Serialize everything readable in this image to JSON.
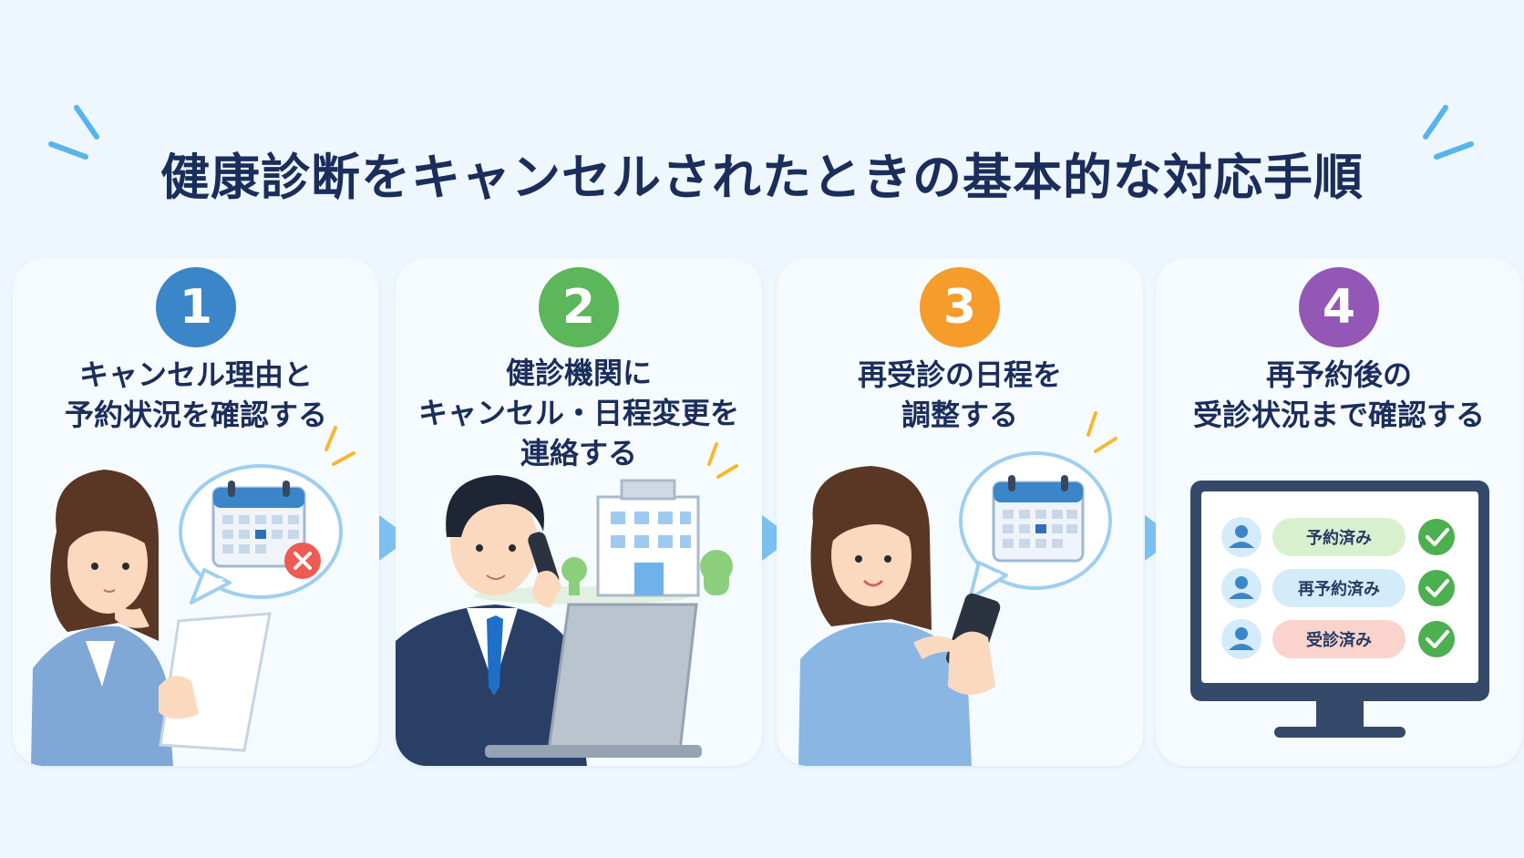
{
  "title": "健康診断をキャンセルされたときの基本的な対応手順",
  "steps": [
    {
      "number": "1",
      "color": "#3a86c8",
      "lines": [
        "キャンセル理由と",
        "予約状況を確認する"
      ]
    },
    {
      "number": "2",
      "color": "#5cb65a",
      "lines": [
        "健診機関に",
        "キャンセル・日程変更を",
        "連絡する"
      ]
    },
    {
      "number": "3",
      "color": "#f59c2a",
      "lines": [
        "再受診の日程を",
        "調整する"
      ]
    },
    {
      "number": "4",
      "color": "#9357b5",
      "lines": [
        "再予約後の",
        "受診状況まで確認する"
      ]
    }
  ],
  "status_list": [
    {
      "label": "予約済み",
      "color": "#d9f0cf"
    },
    {
      "label": "再予約済み",
      "color": "#d4ebfa"
    },
    {
      "label": "受診済み",
      "color": "#fad3cc"
    }
  ],
  "colors": {
    "title": "#1b2d5b",
    "arrow": "#7cc0f0",
    "check": "#4caf50",
    "accent_spark": "#f6b833",
    "blue_spark": "#58b4ea"
  }
}
